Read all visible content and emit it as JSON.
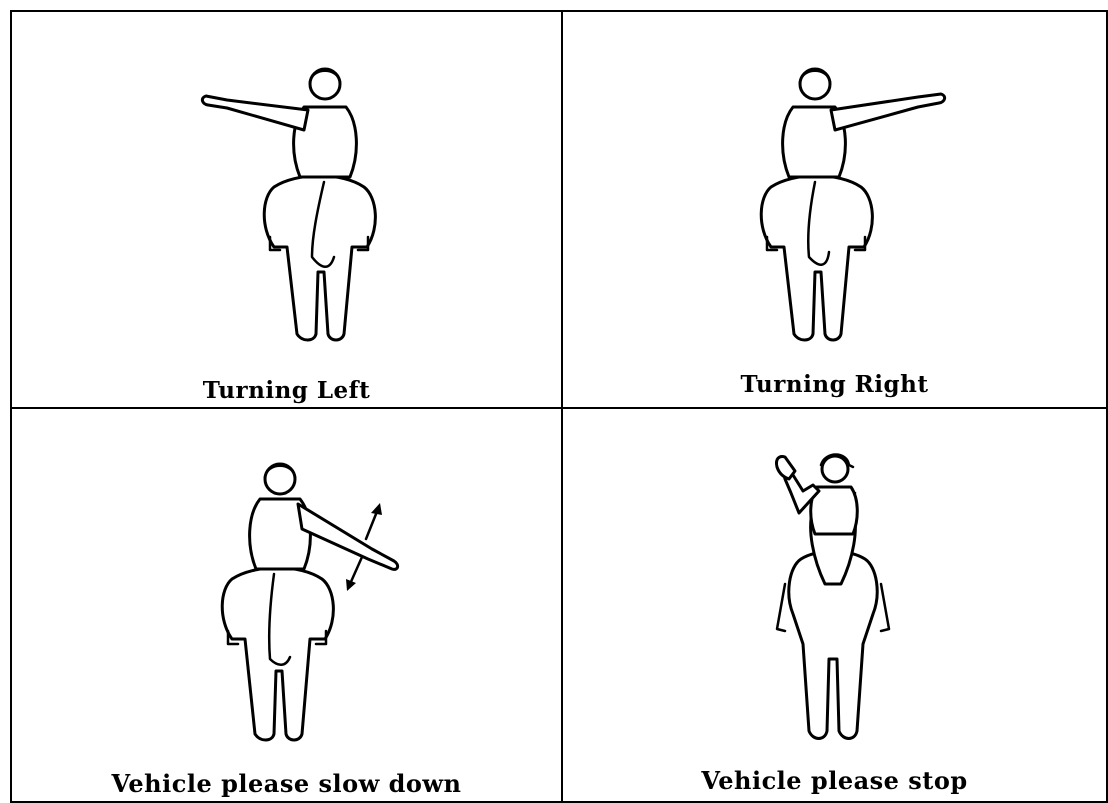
{
  "panels": [
    {
      "caption": "Turning Left"
    },
    {
      "caption": "Turning Right"
    },
    {
      "caption": "Vehicle please slow down"
    },
    {
      "caption": "Vehicle please stop"
    }
  ]
}
